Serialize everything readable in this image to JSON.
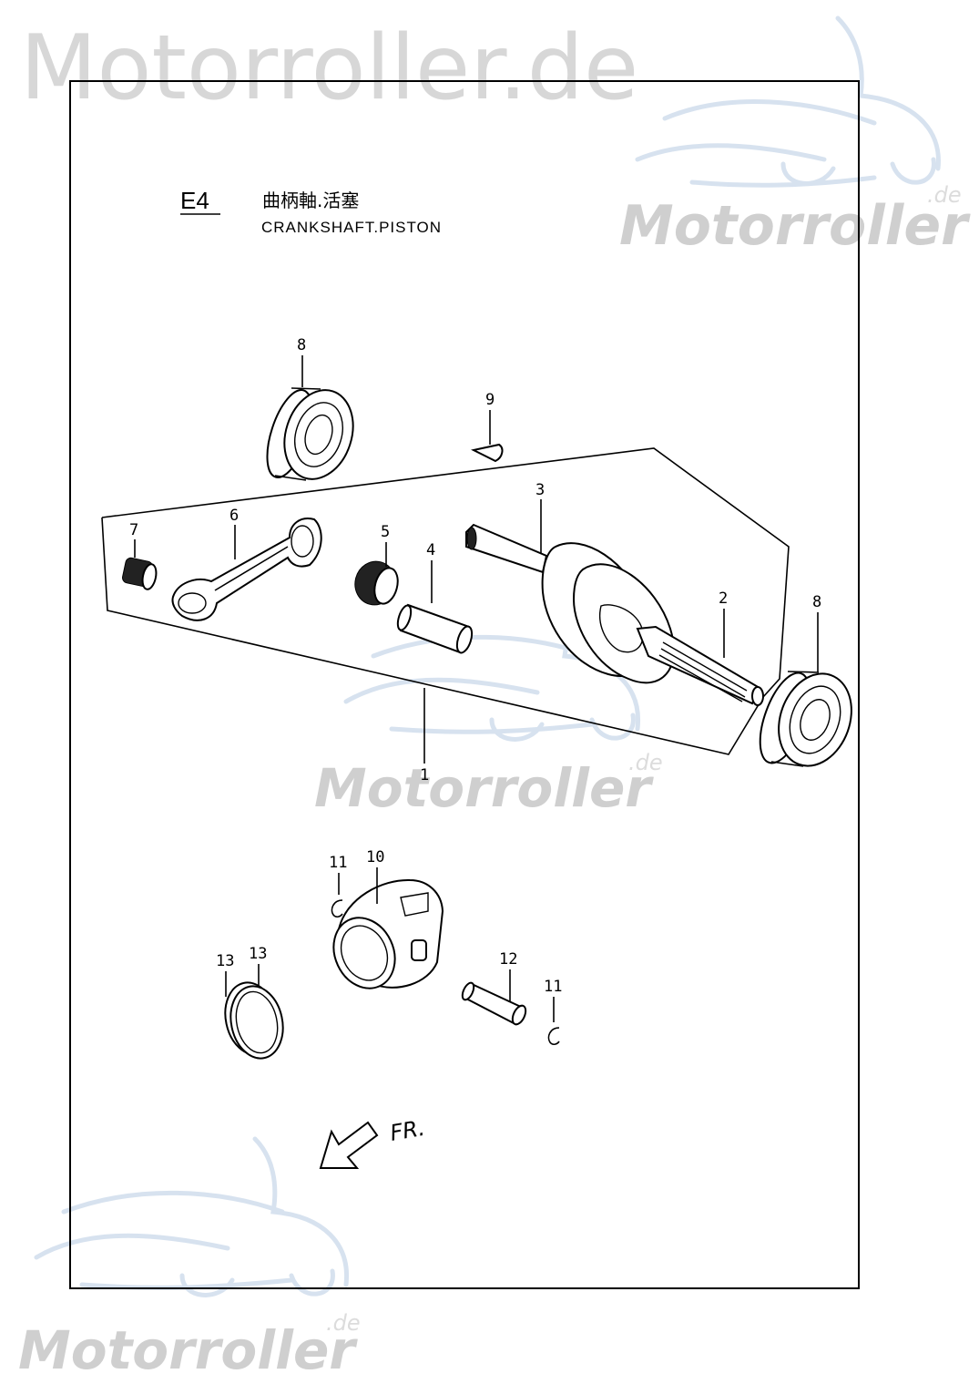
{
  "watermark": {
    "top_text": "Motorroller.de",
    "brand": "Motorroller",
    "suffix": ".de"
  },
  "header": {
    "code": "E4",
    "title_cn": "曲柄軸.活塞",
    "title_en": "CRANKSHAFT.PISTON"
  },
  "callouts": {
    "c1": "1",
    "c2": "2",
    "c3": "3",
    "c4": "4",
    "c5": "5",
    "c6": "6",
    "c7": "7",
    "c8a": "8",
    "c8b": "8",
    "c9": "9",
    "c10": "10",
    "c11a": "11",
    "c11b": "11",
    "c12": "12",
    "c13a": "13",
    "c13b": "13"
  },
  "direction": {
    "label": "FR."
  }
}
